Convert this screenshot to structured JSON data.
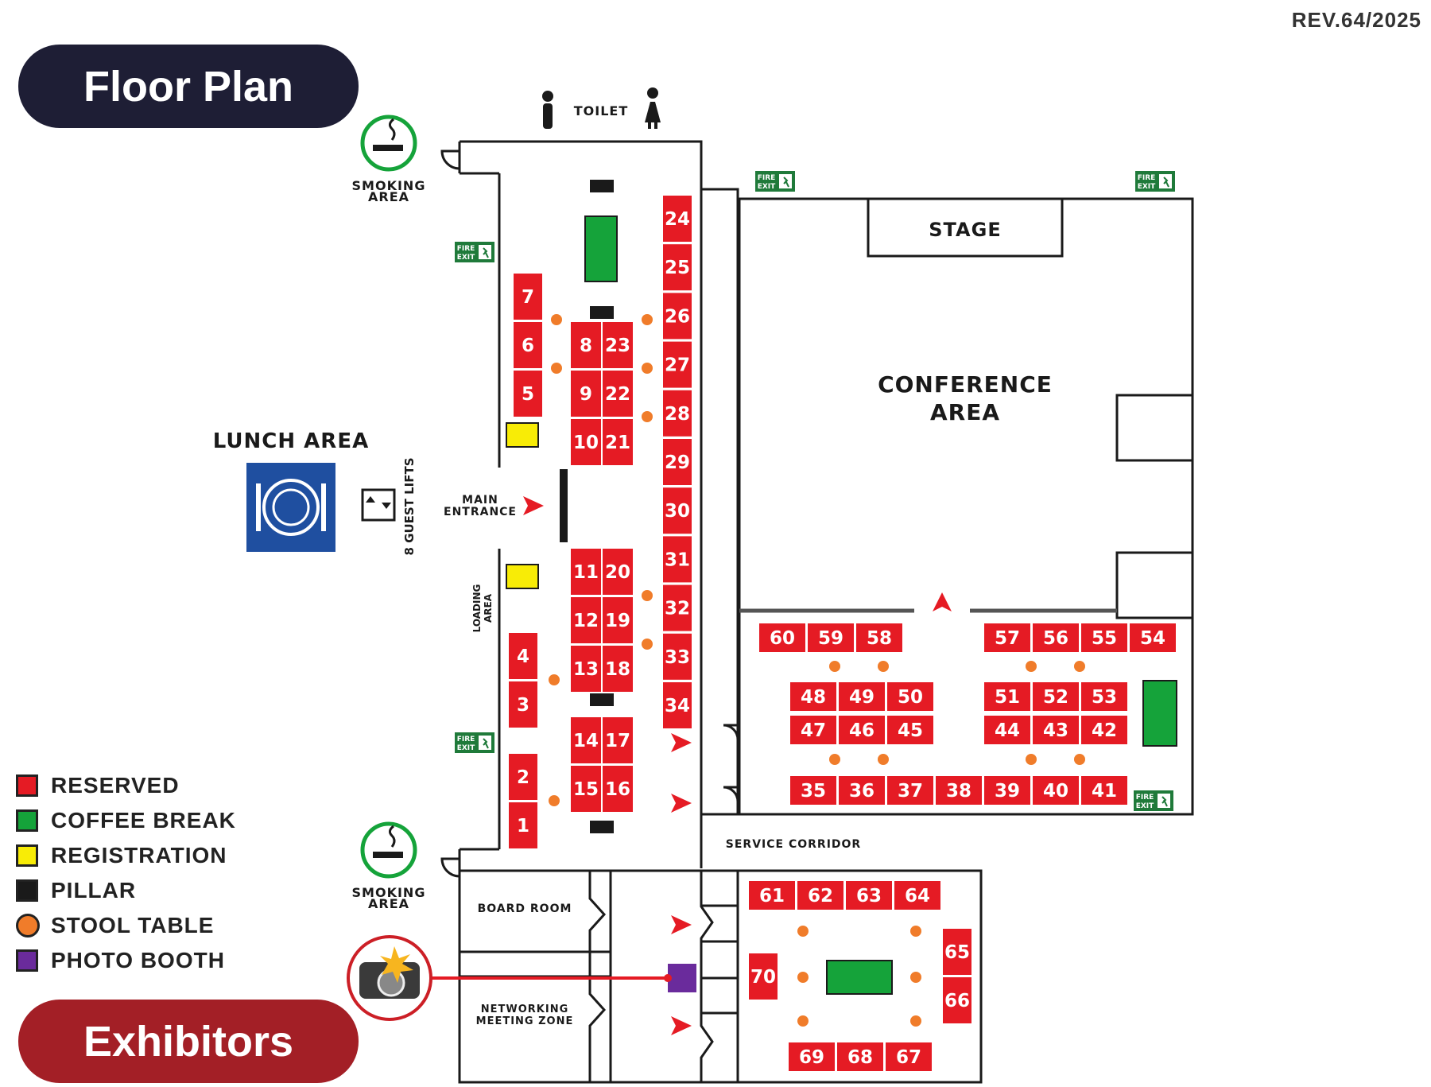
{
  "title": "Floor Plan",
  "subtitle": "Exhibitors",
  "revision": "REV.64/2025",
  "colors": {
    "reserved": "#e51b24",
    "coffee": "#15a33a",
    "registration": "#f8ec06",
    "pillar": "#1a1a1a",
    "stool": "#f07c2a",
    "photo": "#6a2b9c",
    "exit": "#1f7a3a",
    "dark_pill": "#1e1e35",
    "red_pill": "#a31f26"
  },
  "labels": {
    "toilet": "TOILET",
    "smoking_line1": "SMOKING",
    "smoking_line2": "AREA",
    "fire_line1": "FIRE",
    "fire_line2": "EXIT",
    "stage": "STAGE",
    "conference_line1": "CONFERENCE",
    "conference_line2": "AREA",
    "lunch": "LUNCH AREA",
    "guest_lifts": "8 GUEST LIFTS",
    "main_entrance_line1": "MAIN",
    "main_entrance_line2": "ENTRANCE",
    "loading_line1": "LOADING",
    "loading_line2": "AREA",
    "service_corridor": "SERVICE CORRIDOR",
    "board_room": "BOARD ROOM",
    "networking_line1": "NETWORKING",
    "networking_line2": "MEETING ZONE"
  },
  "legend": [
    {
      "label": "RESERVED",
      "kind": "reserved"
    },
    {
      "label": "COFFEE BREAK",
      "kind": "coffee"
    },
    {
      "label": "REGISTRATION",
      "kind": "registration"
    },
    {
      "label": "PILLAR",
      "kind": "pillar"
    },
    {
      "label": "STOOL TABLE",
      "kind": "stool"
    },
    {
      "label": "PHOTO BOOTH",
      "kind": "photo"
    }
  ],
  "booths": [
    "1",
    "2",
    "3",
    "4",
    "5",
    "6",
    "7",
    "8",
    "9",
    "10",
    "11",
    "12",
    "13",
    "14",
    "15",
    "16",
    "17",
    "18",
    "19",
    "20",
    "21",
    "22",
    "23",
    "24",
    "25",
    "26",
    "27",
    "28",
    "29",
    "30",
    "31",
    "32",
    "33",
    "34",
    "35",
    "36",
    "37",
    "38",
    "39",
    "40",
    "41",
    "42",
    "43",
    "44",
    "45",
    "46",
    "47",
    "48",
    "49",
    "50",
    "51",
    "52",
    "53",
    "54",
    "55",
    "56",
    "57",
    "58",
    "59",
    "60",
    "61",
    "62",
    "63",
    "64",
    "65",
    "66",
    "67",
    "68",
    "69",
    "70"
  ]
}
